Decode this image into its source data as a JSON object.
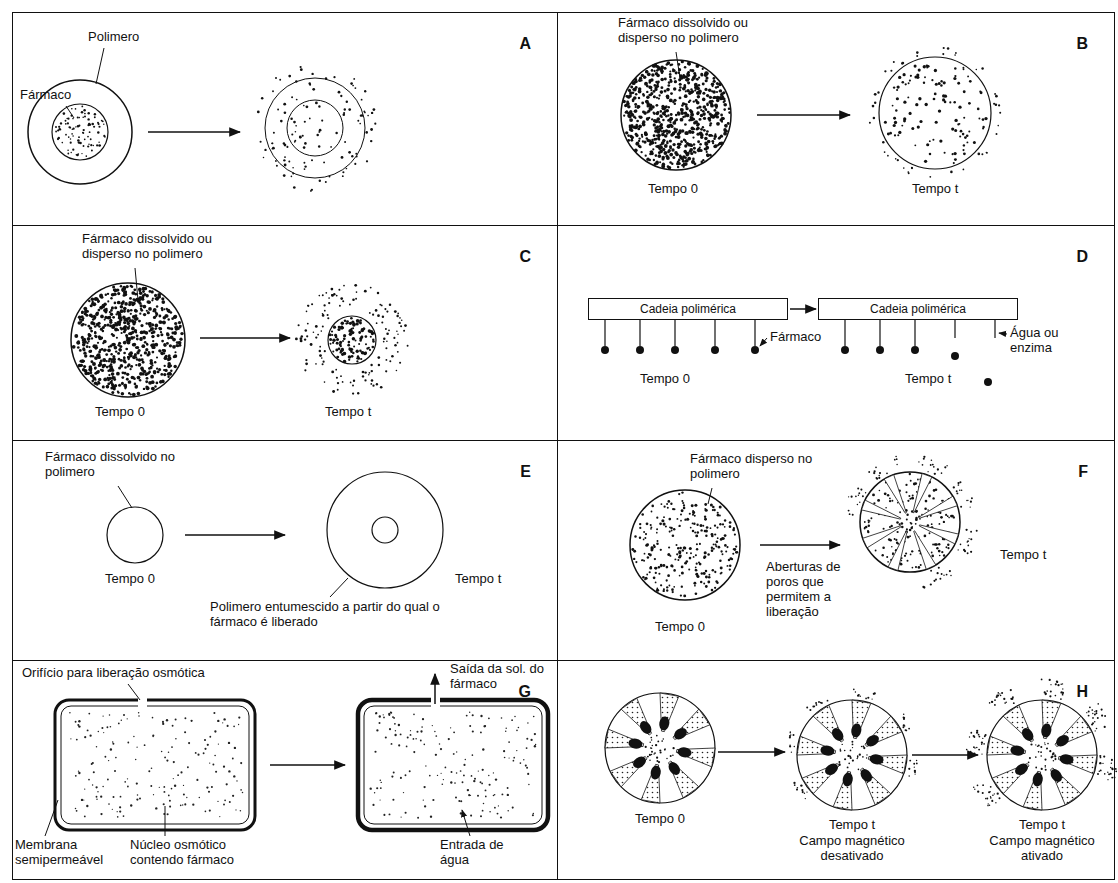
{
  "diagram": {
    "nodes": [
      {
        "text": [
          "A"
        ]
      },
      {
        "text": [
          "B"
        ]
      },
      {
        "text": [
          "C"
        ]
      },
      {
        "text": [
          "D"
        ]
      },
      {
        "text": [
          "Cadeia polimérica"
        ],
        "in": 3
      },
      {
        "text": [
          "Cadeia polimérica"
        ],
        "in": 3
      },
      {
        "text": [
          "E"
        ]
      },
      {
        "text": [
          "F"
        ]
      },
      {
        "text": [
          "G"
        ]
      },
      {
        "text": [
          "H"
        ]
      }
    ],
    "edges": [
      {
        "from": 4,
        "to": 5,
        "arrow": "to"
      }
    ],
    "labels": [
      "Polimero",
      "Fármaco",
      "Fármaco dissolvido ou disperso no polimero",
      "Tempo 0",
      "Tempo t",
      "Fármaco dissolvido ou disperso no polimero",
      "Tempo 0",
      "Tempo t",
      "Fármaco",
      "Água ou enzima",
      "Tempo 0",
      "Tempo t",
      "Fármaco dissolvido no polimero",
      "Tempo 0",
      "Tempo t",
      "Polimero entumescido a partir do qual o fármaco é liberado",
      "Fármaco disperso no polimero",
      "Tempo t",
      "Aberturas de poros que permitem a liberação",
      "Tempo 0",
      "Orifício para liberação osmótica",
      "Saída da sol. do fármaco",
      "Membrana semipermeável",
      "Núcleo osmótico contendo fármaco",
      "Entrada de água",
      "Tempo 0",
      "Tempo t",
      "Campo magnético desativado",
      "Tempo t",
      "Campo magnético ativado"
    ]
  }
}
